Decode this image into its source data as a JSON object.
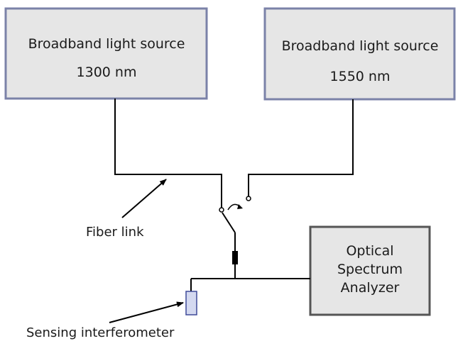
{
  "source_1300": {
    "line1": "Broadband light source",
    "line2": "1300 nm"
  },
  "source_1550": {
    "line1": "Broadband light source",
    "line2": "1550 nm"
  },
  "osa": {
    "line1": "Optical",
    "line2": "Spectrum",
    "line3": "Analyzer"
  },
  "labels": {
    "fiber_link": "Fiber link",
    "sensing": "Sensing interferometer"
  },
  "colors": {
    "source_border": "#7b82a8",
    "osa_border": "#555555",
    "box_fill": "#e6e6e6",
    "sensor_fill": "#d4d9f0",
    "sensor_border": "#3f4a99"
  }
}
